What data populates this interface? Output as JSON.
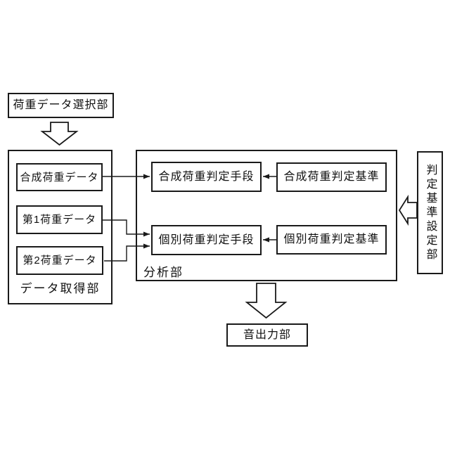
{
  "diagram": {
    "title_hint": "load-analysis block diagram",
    "colors": {
      "line": "#1a1a1a",
      "background": "#ffffff"
    },
    "selector_box": {
      "label": "荷重データ選択部"
    },
    "data_acquisition": {
      "label": "データ取得部",
      "items": [
        {
          "label": "合成荷重データ"
        },
        {
          "label": "第1荷重データ"
        },
        {
          "label": "第2荷重データ"
        }
      ]
    },
    "analysis": {
      "label": "分析部",
      "composite_means": "合成荷重判定手段",
      "composite_criteria": "合成荷重判定基準",
      "individual_means": "個別荷重判定手段",
      "individual_criteria": "個別荷重判定基準"
    },
    "criteria_setting_box": {
      "label": "判定基準設定部"
    },
    "sound_output_box": {
      "label": "音出力部"
    }
  }
}
